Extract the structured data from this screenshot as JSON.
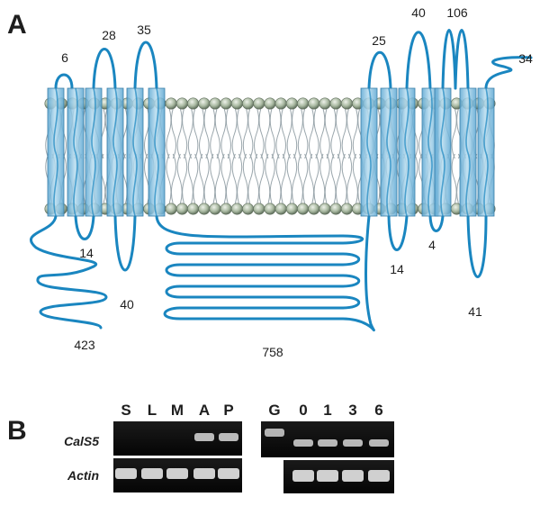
{
  "panel_a": {
    "label": "A",
    "loop_lengths": {
      "n_terminus_loop": "6",
      "loop_tm2_tm3": "28",
      "loop_tm4_tm5": "35",
      "loop_tm7_tm8": "25",
      "loop_tm9_tm10": "40",
      "loop_tm11_tm12": "106",
      "c_terminus": "34",
      "loop_tm1_tm2": "14",
      "loop_tm3_tm4": "40",
      "n_terminal_tail": "423",
      "central_cytoplasmic_loop": "758",
      "loop_tm8_tm9": "14",
      "loop_tm10_tm11": "4",
      "loop_tm12_tm13": "41"
    },
    "colors": {
      "loop": "#1a86c0",
      "tm_helix": "#8ec6e3",
      "lipid_head": "#a8b8a0"
    }
  },
  "panel_b": {
    "label": "B",
    "left_lanes": [
      "S",
      "L",
      "M",
      "A",
      "P"
    ],
    "right_lanes": [
      "G",
      "0",
      "1",
      "3",
      "6"
    ],
    "row_labels": [
      "CalS5",
      "Actin"
    ],
    "band_present": {
      "cals5_left": [
        0,
        0,
        0,
        1,
        1
      ],
      "actin_left": [
        1,
        1,
        1,
        1,
        1
      ],
      "cals5_right": [
        1,
        1,
        1,
        1,
        1
      ],
      "actin_right": [
        0,
        1,
        1,
        1,
        1
      ]
    }
  }
}
